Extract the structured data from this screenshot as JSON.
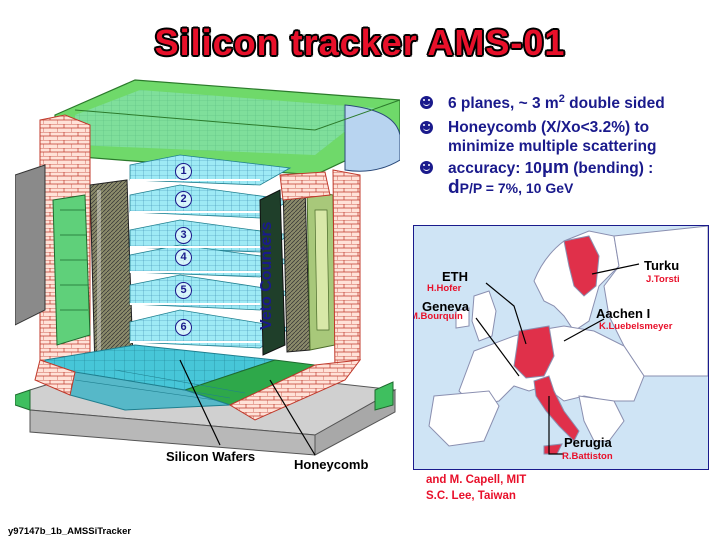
{
  "title": "Silicon tracker  AMS-01",
  "bullets": [
    {
      "text": "6 planes, ~ 3 m",
      "sup": "2",
      "tail": " double sided"
    },
    {
      "line1": "Honeycomb (X/Xo<3.2%) to",
      "line2": "minimize multiple scattering"
    },
    {
      "pre": "accuracy: 10",
      "unit": "μm",
      "post": " (bending) :",
      "line2_pre": "d",
      "line2_post": "P/P = 7%, 10 GeV"
    }
  ],
  "detector": {
    "plane_numbers": [
      "1",
      "2",
      "3",
      "4",
      "5",
      "6"
    ],
    "veto_label": "Veto Counters",
    "silicon_wafers_label": "Silicon Wafers",
    "honeycomb_label": "Honeycomb"
  },
  "map": {
    "institutes": [
      {
        "city": "ETH",
        "person": "H.Hofer"
      },
      {
        "city": "Geneva",
        "person": "M.Bourquin"
      },
      {
        "city": "Turku",
        "person": "J.Torsti"
      },
      {
        "city": "Aachen  I",
        "person": "K.Luebelsmeyer"
      },
      {
        "city": "Perugia",
        "person": "R.Battiston"
      }
    ],
    "colors": {
      "highlight": "#e0304a",
      "land": "#ffffff",
      "sea": "#cfe4f5",
      "border": "#8a8fb0"
    }
  },
  "credits": [
    "and M. Capell, MIT",
    "S.C. Lee, Taiwan"
  ],
  "footer": "y97147b_1b_AMSSiTracker",
  "colors": {
    "title_red": "#e8102a",
    "text_blue": "#1a1a8c",
    "plane_cyan": "#8ee6f2",
    "frame_green": "#3fbf5f",
    "honeycomb_green": "#2ea84a"
  }
}
